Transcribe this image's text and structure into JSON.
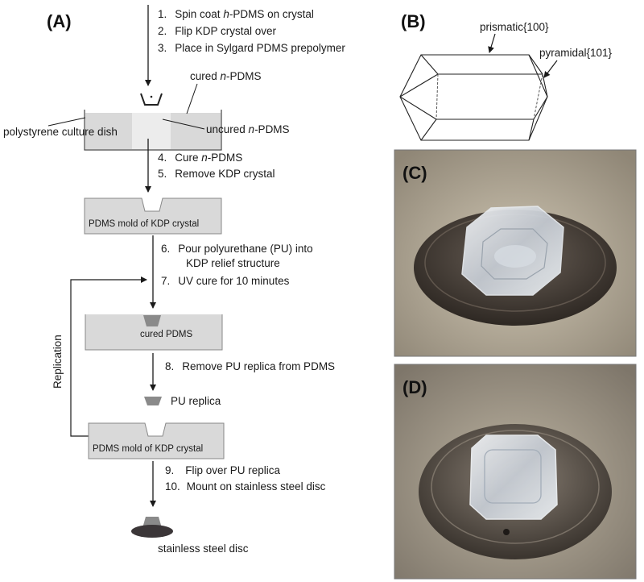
{
  "panels": {
    "a": "(A)",
    "b": "(B)",
    "c": "(C)",
    "d": "(D)"
  },
  "steps": {
    "s1": {
      "num": "1.",
      "pre": "Spin coat ",
      "em": "h",
      "post": "-PDMS on crystal"
    },
    "s2": {
      "num": "2.",
      "text": "Flip KDP crystal over"
    },
    "s3": {
      "num": "3.",
      "text": "Place in Sylgard PDMS prepolymer"
    },
    "s4": {
      "num": "4.",
      "pre": "Cure ",
      "em": "n",
      "post": "-PDMS"
    },
    "s5": {
      "num": "5.",
      "text": "Remove KDP crystal"
    },
    "s6": {
      "num": "6.",
      "line1": "Pour polyurethane (PU) into",
      "line2": "KDP relief structure"
    },
    "s7": {
      "num": "7.",
      "text": "UV cure for 10 minutes"
    },
    "s8": {
      "num": "8.",
      "text": "Remove PU replica from PDMS"
    },
    "s9": {
      "num": "9.",
      "text": "Flip over PU replica"
    },
    "s10": {
      "num": "10.",
      "text": "Mount on stainless steel disc"
    }
  },
  "labels": {
    "cured_n_pdms": {
      "pre": "cured ",
      "em": "n",
      "post": "-PDMS"
    },
    "uncured_n_pdms": {
      "pre": "uncured ",
      "em": "n",
      "post": "-PDMS"
    },
    "dish": "polystyrene culture dish",
    "mold1": "PDMS mold of KDP crystal",
    "cured_pdms": "cured PDMS",
    "pu_replica": "PU replica",
    "mold2": "PDMS mold of KDP crystal",
    "steel_disc": "stainless steel disc",
    "replication": "Replication",
    "prismatic": "prismatic{100}",
    "pyramidal": "pyramidal{101}"
  },
  "colors": {
    "dish_fill": "#d9d9d9",
    "uncured_fill": "#ececec",
    "pu_fill": "#8a8a8a",
    "disc_fill": "#3b3638",
    "photo_bg_c": "#b8ad9a",
    "photo_bg_d": "#a89f8e"
  }
}
